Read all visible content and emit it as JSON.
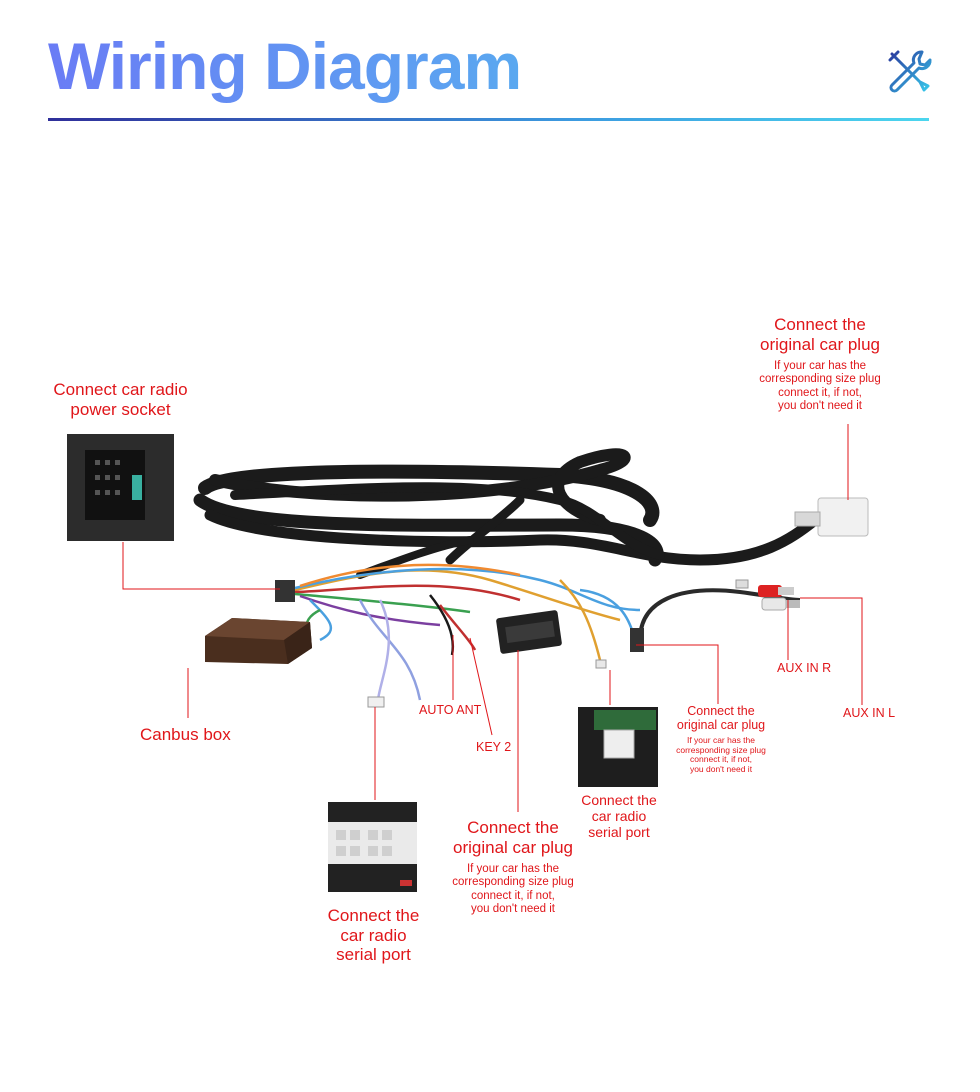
{
  "header": {
    "title": "Wiring Diagram",
    "icon": "tools-icon"
  },
  "colors": {
    "title_gradient_start": "#6a7cf5",
    "title_gradient_end": "#5aa8f0",
    "label_red": "#e0161a",
    "cable_black": "#1a1a1a"
  },
  "labels": {
    "power_socket": {
      "line1": "Connect car radio",
      "line2": "power socket"
    },
    "orig_plug_top": {
      "title1": "Connect the",
      "title2": "original car plug",
      "note1": "If your car has the",
      "note2": "corresponding size plug",
      "note3": "connect it, if not,",
      "note4": "you don't need it"
    },
    "canbus": "Canbus box",
    "auto_ant": "AUTO ANT",
    "key2": "KEY 2",
    "aux_r": "AUX IN R",
    "aux_l": "AUX IN L",
    "orig_plug_mid": {
      "title1": "Connect the",
      "title2": "original car plug",
      "note1": "If your car has the",
      "note2": "corresponding size plug",
      "note3": "connect it, if not,",
      "note4": "you don't need it"
    },
    "serial_mid": {
      "line1": "Connect the",
      "line2": "car radio",
      "line3": "serial port"
    },
    "orig_plug_bottom": {
      "title1": "Connect the",
      "title2": "original car plug",
      "note1": "If your car has the",
      "note2": "corresponding size plug",
      "note3": "connect it, if not,",
      "note4": "you don't need it"
    },
    "serial_bottom": {
      "line1": "Connect the",
      "line2": "car radio",
      "line3": "serial port"
    }
  }
}
